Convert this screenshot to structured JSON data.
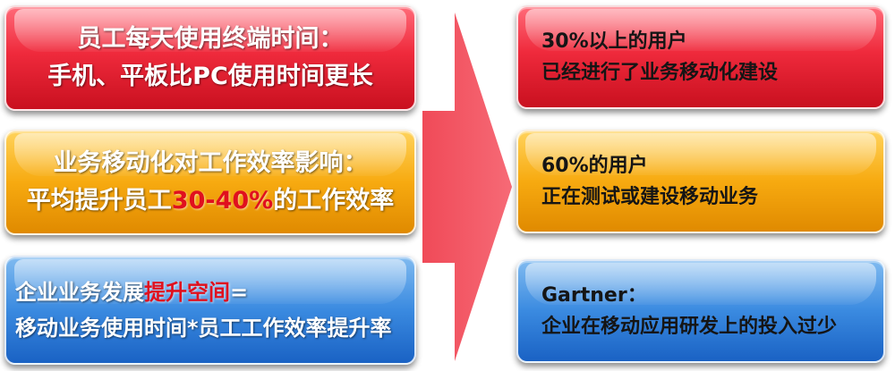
{
  "left": [
    {
      "line1": "员工每天使用终端时间：",
      "line2": "手机、平板比PC使用时间更长"
    },
    {
      "line1": "业务移动化对工作效率影响：",
      "line2_pre": "平均提升员工",
      "line2_highlight": "30-40%",
      "line2_post": "的工作效率"
    },
    {
      "line1_pre": "企业业务发展",
      "line1_highlight": "提升空间",
      "line1_post": "=",
      "line2": "移动业务使用时间*员工工作效率提升率"
    }
  ],
  "right": [
    {
      "line1": "30%以上的用户",
      "line2": "已经进行了业务移动化建设"
    },
    {
      "line1": "60%的用户",
      "line2": "正在测试或建设移动业务"
    },
    {
      "line1": "Gartner：",
      "line2": "企业在移动应用研发上的投入过少"
    }
  ],
  "colors": {
    "red": "#e8303f",
    "yellow": "#f7aa10",
    "blue": "#3a8ae0",
    "arrow": "#f24e5c",
    "highlight": "#e0101e"
  }
}
